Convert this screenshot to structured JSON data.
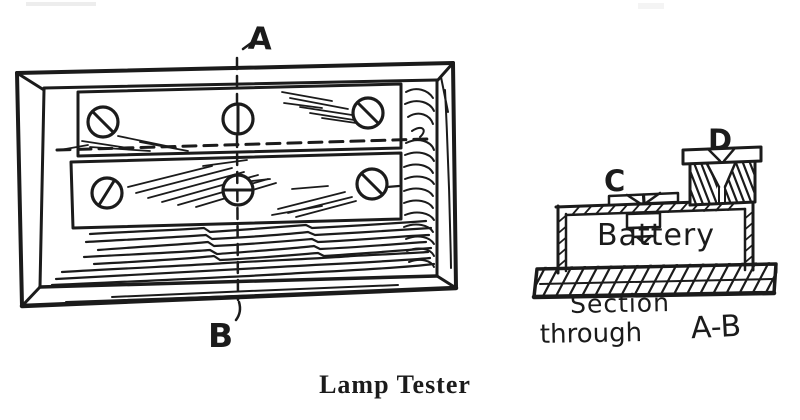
{
  "figure": {
    "caption": "Lamp Tester",
    "colors": {
      "ink": "#1b1b1b",
      "paper": "#ffffff"
    },
    "front_view": {
      "section_line_top_label": "A",
      "section_line_bottom_label": "B"
    },
    "section_view": {
      "component_c_label": "C",
      "component_d_label": "D",
      "battery_label": "Battery",
      "caption_word1": "Section",
      "caption_word2": "through",
      "caption_word3": "A-B"
    }
  }
}
